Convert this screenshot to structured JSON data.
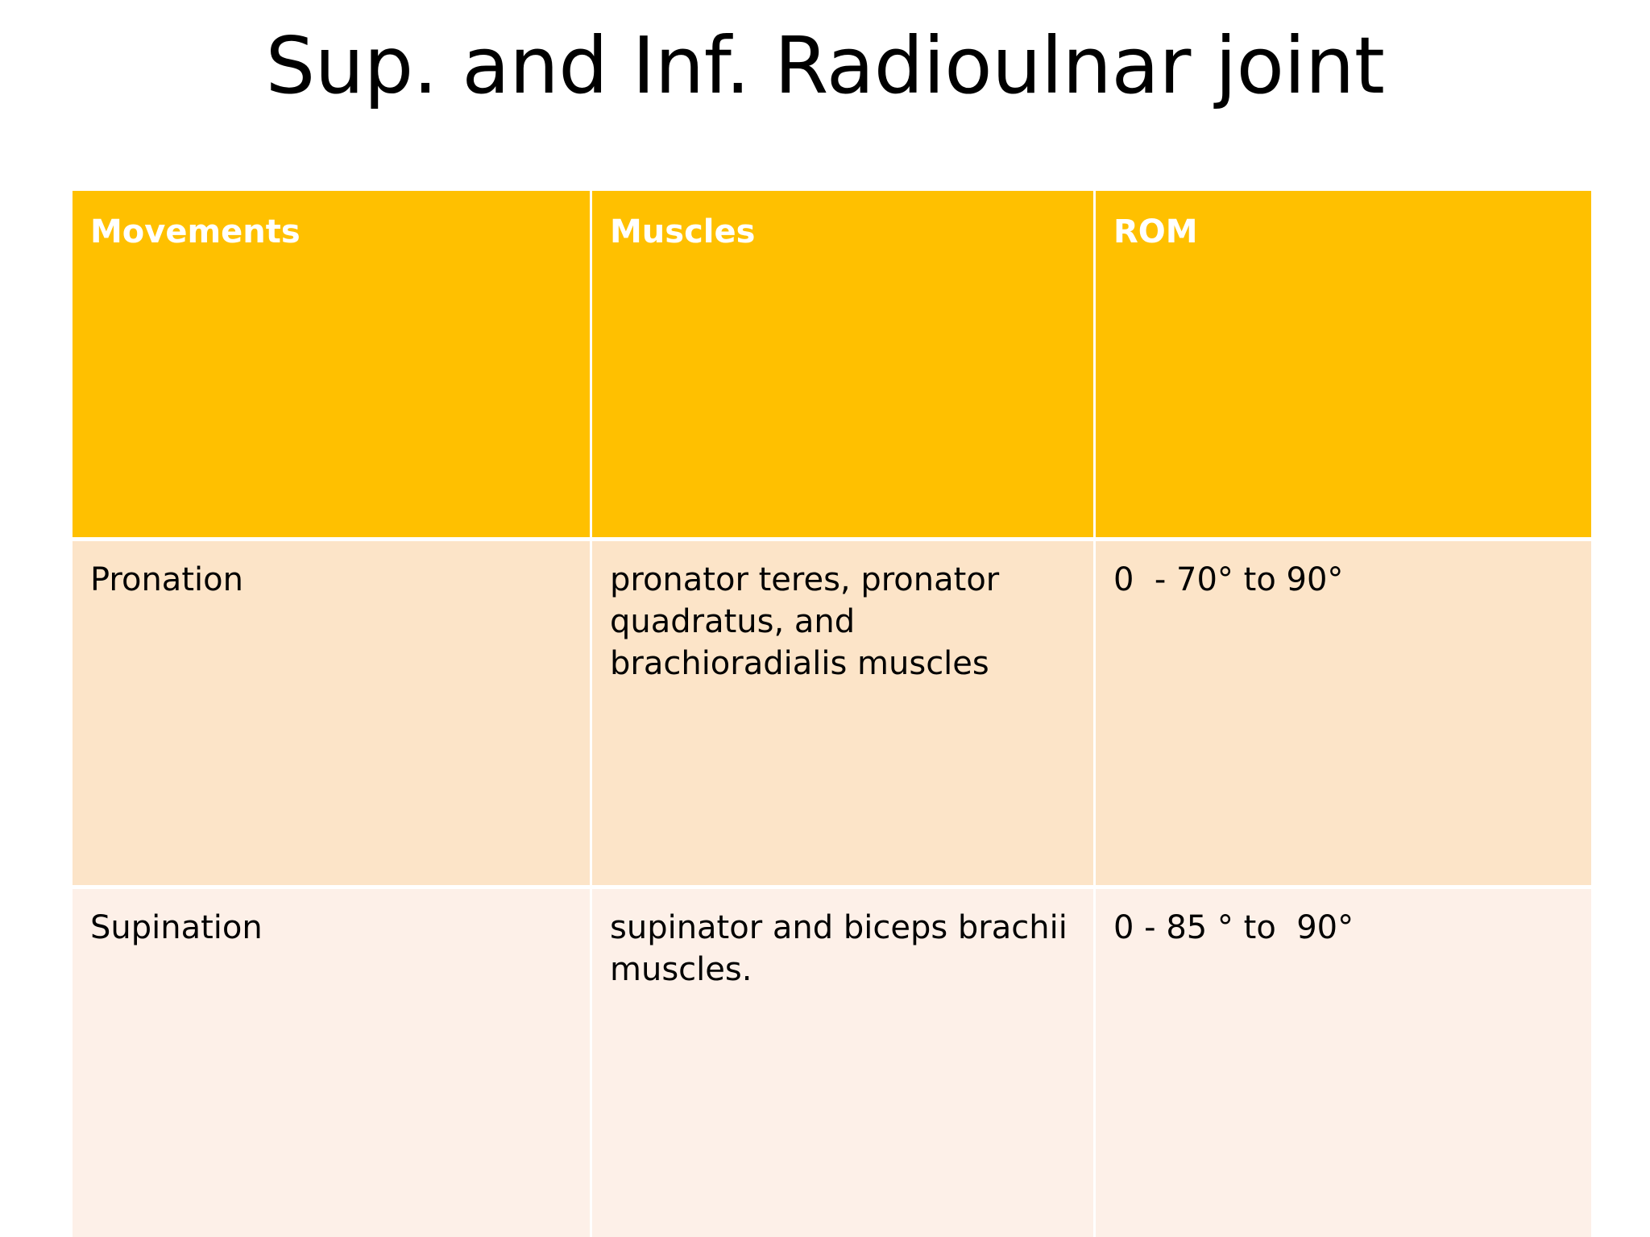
{
  "slide": {
    "title": "Sup. and Inf. Radioulnar joint",
    "background_color": "#FFFFFF"
  },
  "colors": {
    "header_fill": "#FFC000",
    "header_text": "#FFFFFF",
    "row_odd_fill": "#FCE4C8",
    "row_even_fill": "#FDF0E8",
    "body_text": "#000000",
    "gridline": "#FFFFFF"
  },
  "table": {
    "columns": [
      {
        "key": "movements",
        "label": "Movements"
      },
      {
        "key": "muscles",
        "label": "Muscles"
      },
      {
        "key": "rom",
        "label": "ROM"
      }
    ],
    "rows": [
      {
        "movements": "Pronation",
        "muscles": "pronator teres, pronator quadratus, and brachioradialis muscles",
        "rom": "0  - 70° to 90°"
      },
      {
        "movements": "Supination",
        "muscles": "supinator and biceps brachii muscles.",
        "rom": "0 - 85 ° to  90°"
      }
    ]
  }
}
